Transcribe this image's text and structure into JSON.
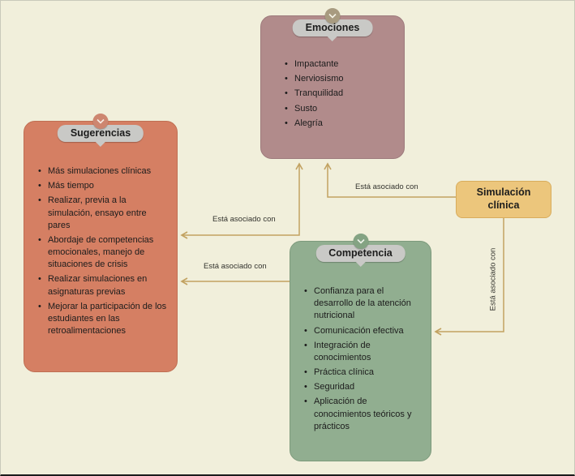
{
  "canvas": {
    "background": "#f1efdb"
  },
  "nodes": [
    {
      "id": "emociones",
      "title": "Emociones",
      "color": "#b18b8b",
      "items": [
        "Impactante",
        "Nerviosismo",
        "Tranquilidad",
        "Susto",
        "Alegría"
      ]
    },
    {
      "id": "sugerencias",
      "title": "Sugerencias",
      "color": "#d57f63",
      "items": [
        "Más simulaciones clínicas",
        "Más tiempo",
        "Realizar, previa a la simulación, ensayo entre pares",
        "Abordaje de competencias emocionales, manejo de situaciones de crisis",
        "Realizar simulaciones en asignaturas previas",
        "Mejorar la participación de los estudiantes en las retroalimentaciones"
      ]
    },
    {
      "id": "competencia",
      "title": "Competencia",
      "color": "#91ae90",
      "items": [
        "Confianza para el desarrollo de la atención nutricional",
        "Comunicación efectiva",
        "Integración de conocimientos",
        "Práctica clínica",
        "Seguridad",
        "Aplicación de conocimientos teóricos y prácticos"
      ]
    },
    {
      "id": "simulacion-clinica",
      "title": "Simulación clínica",
      "color": "#ecc67c"
    }
  ],
  "edges": [
    {
      "from": "simulacion-clinica",
      "to": "emociones",
      "label": "Está asociado con"
    },
    {
      "from": "emociones",
      "to": "sugerencias",
      "label": "Está asociado con"
    },
    {
      "from": "competencia",
      "to": "sugerencias",
      "label": "Está asociado con"
    },
    {
      "from": "simulacion-clinica",
      "to": "competencia",
      "label": "Está asociado con"
    }
  ],
  "ui": {
    "pill_color": "#c9c9c6",
    "edge_color": "#c2a261",
    "text_color": "#1c1c1c"
  }
}
